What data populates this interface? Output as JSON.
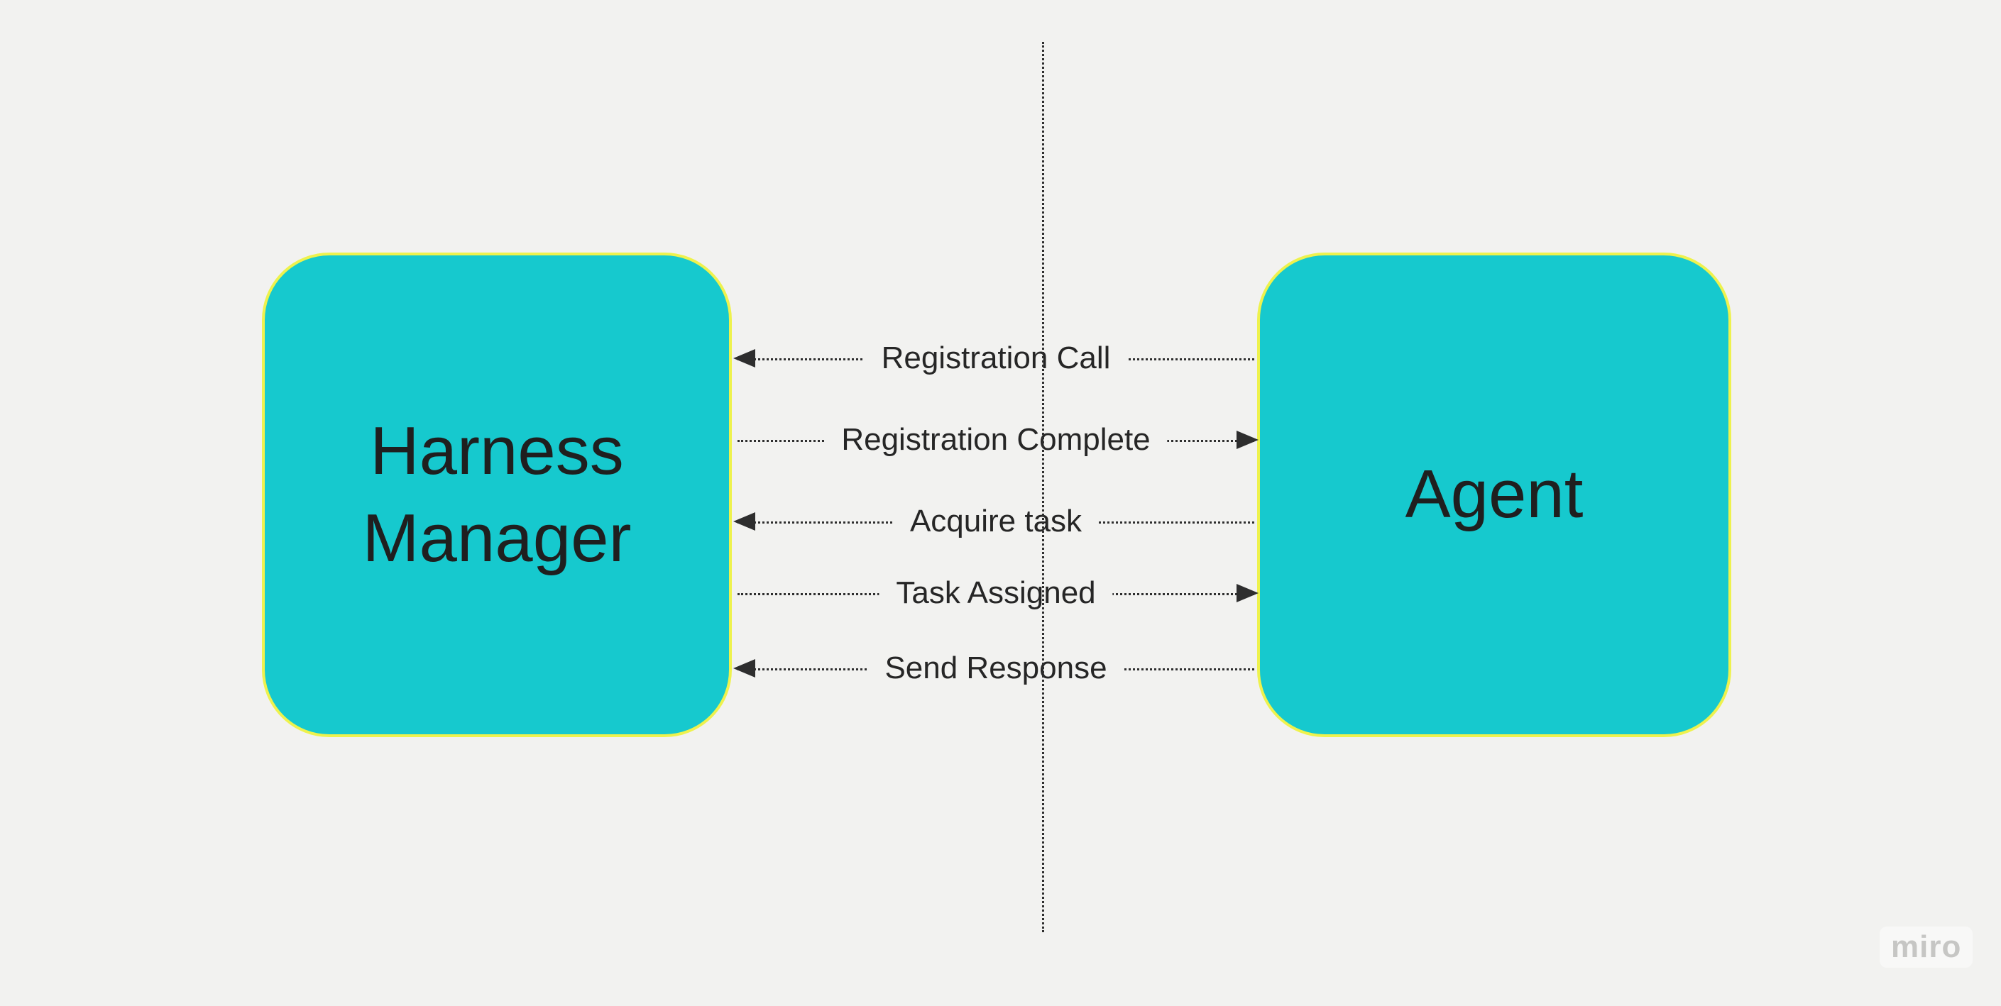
{
  "diagram": {
    "nodes": {
      "left": {
        "label": "Harness Manager"
      },
      "right": {
        "label": "Agent"
      }
    },
    "messages": [
      {
        "label": "Registration Call",
        "direction": "left"
      },
      {
        "label": "Registration Complete",
        "direction": "right"
      },
      {
        "label": "Acquire task",
        "direction": "left"
      },
      {
        "label": "Task Assigned",
        "direction": "right"
      },
      {
        "label": "Send Response",
        "direction": "left"
      }
    ],
    "watermark": "miro",
    "colors": {
      "background": "#f2f2f0",
      "node_fill": "#16c9ce",
      "node_border": "#eef24d",
      "line": "#2e2e2e",
      "text": "#1f1f1f",
      "watermark": "#c6c6c4"
    }
  }
}
